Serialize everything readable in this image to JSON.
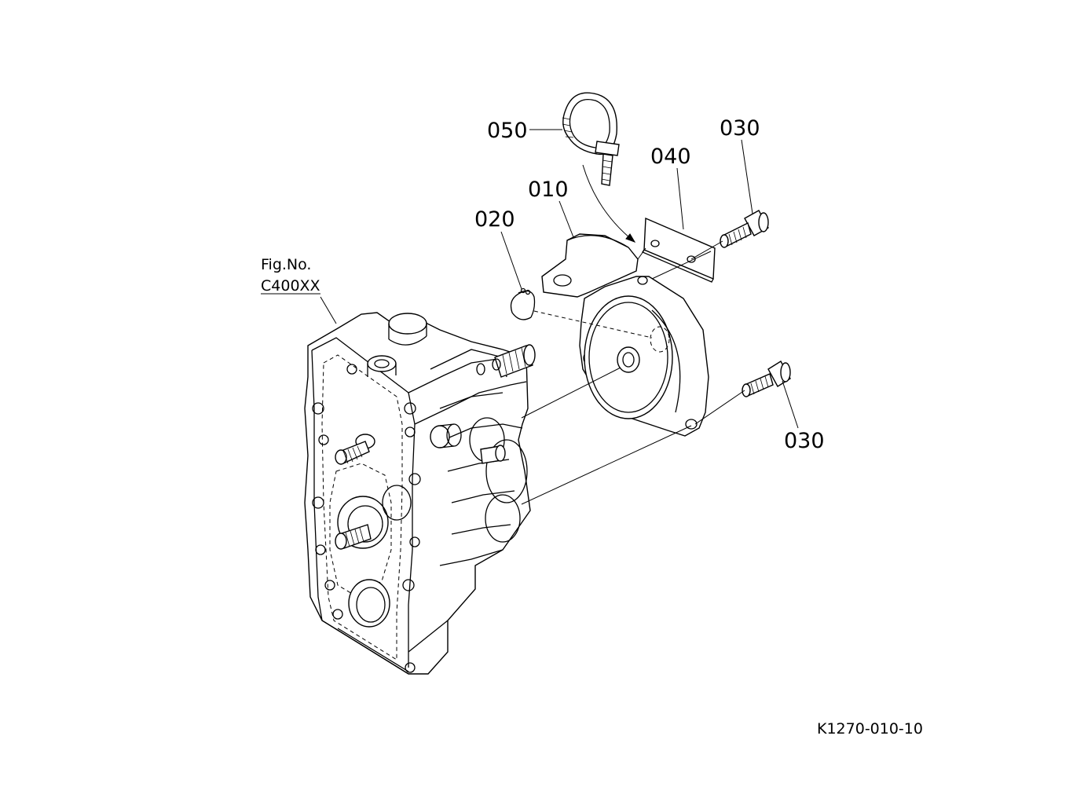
{
  "figure": {
    "fig_no_label": "Fig.No.",
    "fig_no_value": "C400XX",
    "drawing_code": "K1270-010-10"
  },
  "callouts": {
    "p010": "010",
    "p020": "020",
    "p030_top": "030",
    "p030_bottom": "030",
    "p040": "040",
    "p050": "050"
  }
}
